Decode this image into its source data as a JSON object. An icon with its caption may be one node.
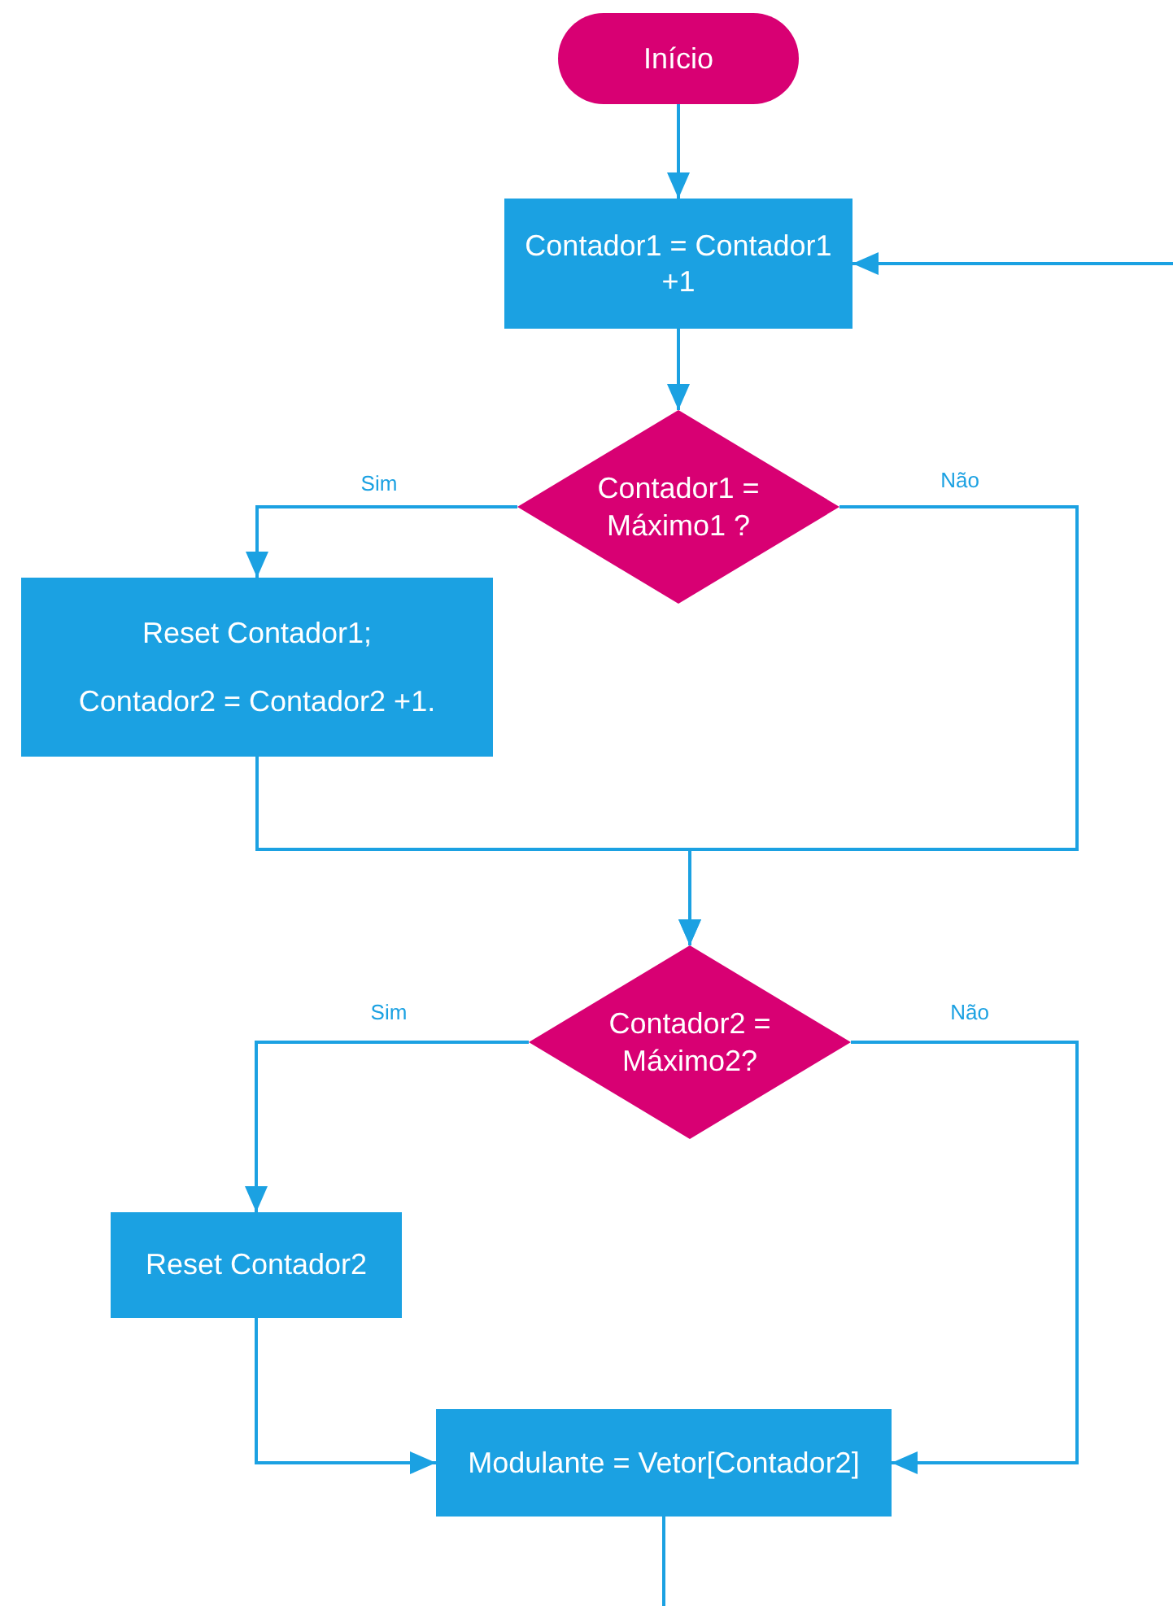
{
  "diagram": {
    "nodes": [
      {
        "text": [
          "Início"
        ]
      },
      {
        "text": [
          "Contador1 = Contador1 +1"
        ]
      },
      {
        "text": [
          "Contador1 = Máximo1 ?"
        ]
      },
      {
        "text": [
          "Reset Contador1;",
          "Contador2 = Contador2 +1."
        ]
      },
      {
        "text": [
          "Contador2 = Máximo2?"
        ]
      },
      {
        "text": [
          "Reset Contador2"
        ]
      },
      {
        "text": [
          "Modulante = Vetor[Contador2]"
        ]
      }
    ],
    "edges": [
      {
        "from": 0,
        "to": 1,
        "arrow": "to"
      },
      {
        "from": 1,
        "to": 2,
        "arrow": "to"
      },
      {
        "from": 2,
        "to": 3,
        "label": "Sim",
        "arrow": "to"
      },
      {
        "from": 3,
        "to": 4,
        "arrow": "to"
      },
      {
        "from": 2,
        "to": 4,
        "label": "Não",
        "arrow": "to"
      },
      {
        "from": 4,
        "to": 5,
        "label": "Sim",
        "arrow": "to"
      },
      {
        "from": 4,
        "to": 6,
        "label": "Não",
        "arrow": "to"
      },
      {
        "from": 5,
        "to": 6,
        "arrow": "to"
      },
      {
        "from": 6,
        "to": null,
        "arrow": "none"
      },
      {
        "from": null,
        "to": 1,
        "arrow": "to"
      }
    ]
  }
}
